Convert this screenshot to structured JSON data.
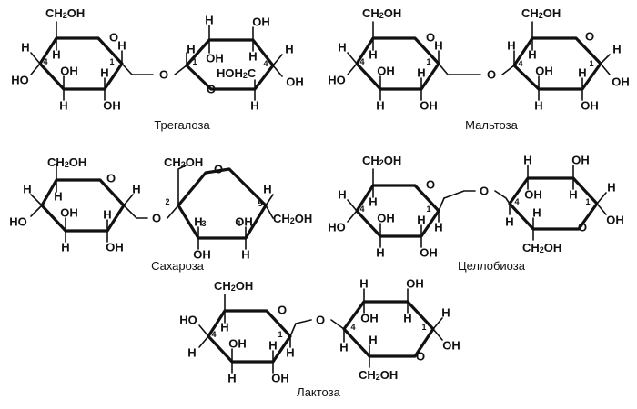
{
  "molecules": [
    {
      "id": "trehalose",
      "caption": "Трегалоза"
    },
    {
      "id": "maltose",
      "caption": "Мальтоза"
    },
    {
      "id": "sucrose",
      "caption": "Сахароза"
    },
    {
      "id": "cellobiose",
      "caption": "Целлобиоза"
    },
    {
      "id": "lactose",
      "caption": "Лактоза"
    }
  ],
  "labels": {
    "H": "H",
    "OH": "OH",
    "HO": "HO",
    "O": "O",
    "CH2OH_main": "CH",
    "CH2OH_sub": "2",
    "CH2OH_tail": "OH",
    "HOH2C_head": "HOH",
    "HOH2C_sub": "2",
    "HOH2C_tail": "C",
    "n1": "1",
    "n2": "2",
    "n3": "3",
    "n4": "4",
    "n5": "5"
  },
  "colors": {
    "ink": "#111111",
    "background": "#ffffff"
  }
}
